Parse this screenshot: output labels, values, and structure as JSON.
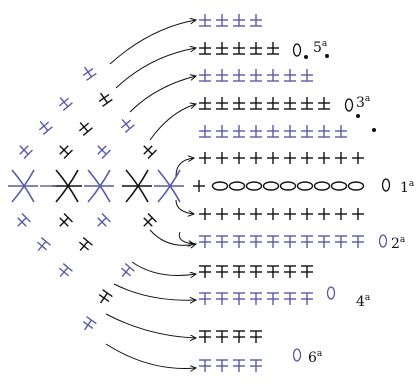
{
  "colors": {
    "blue": "#5a5aa6",
    "black": "#111111"
  },
  "row_labels": [
    {
      "num": "1",
      "suffix": "a"
    },
    {
      "num": "2",
      "suffix": "a"
    },
    {
      "num": "3",
      "suffix": "a"
    },
    {
      "num": "4",
      "suffix": "a"
    },
    {
      "num": "5",
      "suffix": "a"
    },
    {
      "num": "6",
      "suffix": "a"
    }
  ],
  "icons": {
    "single-crochet": "plus-cross",
    "back-loop-top": "barred-cross-top",
    "back-loop-bottom": "barred-cross-bottom",
    "chain": "oval",
    "turning-chain": "small-oval",
    "slip-stitch": "dot",
    "arrow": "curved-arrow",
    "fan": "v-fan-with-cross"
  }
}
